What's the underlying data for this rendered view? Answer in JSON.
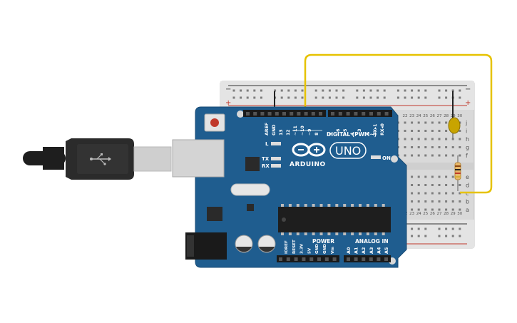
{
  "board": {
    "logo_text": "ARDUINO",
    "model_text": "UNO",
    "digital_header_label": "DIGITAL (PWM~)",
    "power_header_label": "POWER",
    "analog_header_label": "ANALOG IN",
    "led_labels": {
      "l": "L",
      "tx": "TX",
      "rx": "RX",
      "on": "ON"
    },
    "top_pin_labels": [
      "AREF",
      "GND",
      "13",
      "12",
      "~11",
      "~10",
      "~9",
      "8",
      "7",
      "~6",
      "~5",
      "4",
      "~3",
      "2",
      "TX▸1",
      "RX◂0"
    ],
    "power_pin_labels": [
      "IOREF",
      "RESET",
      "3.3V",
      "5V",
      "GND",
      "GND",
      "Vin"
    ],
    "analog_pin_labels": [
      "A0",
      "A1",
      "A2",
      "A3",
      "A4",
      "A5"
    ],
    "color": "#1f5d8f"
  },
  "breadboard": {
    "rail_plus": "+",
    "rail_minus": "−",
    "row_letters_upper": [
      "j",
      "i",
      "h",
      "g",
      "f"
    ],
    "row_letters_lower": [
      "e",
      "d",
      "c",
      "b",
      "a"
    ],
    "column_numbers": [
      "22",
      "23",
      "24",
      "25",
      "26",
      "27",
      "28",
      "29",
      "30"
    ]
  },
  "components": {
    "led_color": "#c8a400",
    "wire_color": "#e6c200",
    "resistor_color": "#e8b86a"
  }
}
